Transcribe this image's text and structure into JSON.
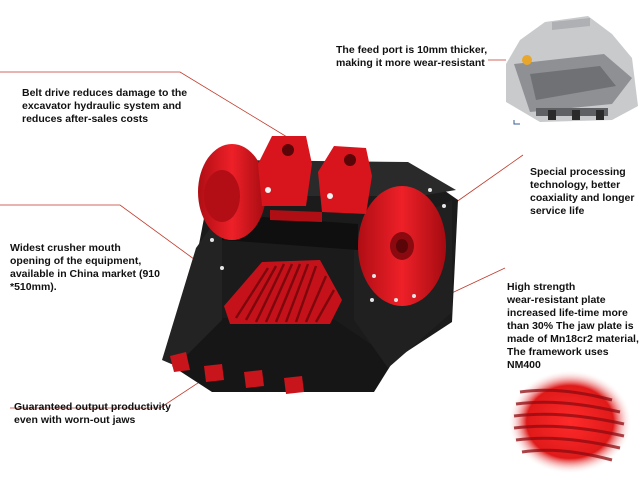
{
  "callouts": {
    "feed_port": "The feed port is 10mm thicker,\nmaking it more wear-resistant",
    "belt_drive": "Belt drive reduces damage to the\nexcavator hydraulic system and\nreduces after-sales costs",
    "special_processing": "Special processing\ntechnology, better\ncoaxiality and longer\nservice life",
    "widest_mouth": "Widest crusher mouth\nopening of the equipment,\navailable in China market (910\n*510mm).",
    "high_strength": "High strength\nwear-resistant plate\nincreased life-time more\nthan 30% The jaw plate is\nmade of Mn18cr2 material,\nThe framework uses\nNM400",
    "output": "Guaranteed output productivity\neven with worn-out jaws"
  },
  "colors": {
    "body_red": "#d8141c",
    "dark_red": "#9a0c12",
    "frame_black": "#1b1b1b",
    "leader_red": "#c0392b"
  },
  "icons": {
    "bucket": "crusher-bucket-illustration",
    "inset_top": "feed-port-inset-image",
    "inset_bottom": "jaw-plate-inset-image"
  }
}
